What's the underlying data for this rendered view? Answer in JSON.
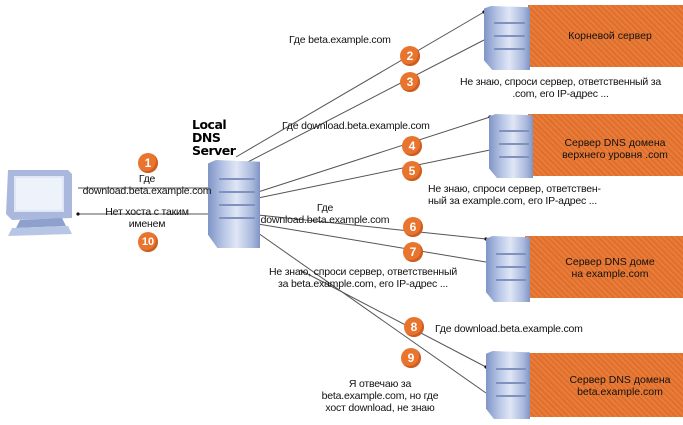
{
  "title": {
    "line1": "Local",
    "line2": "DNS",
    "line3": "Server"
  },
  "servers": [
    {
      "id": "root",
      "label_line1": "Корневой сервер",
      "label_line2": ""
    },
    {
      "id": "tld",
      "label_line1": "Сервер DNS домена",
      "label_line2": "верхнего уровня .com"
    },
    {
      "id": "example",
      "label_line1": "Сервер DNS доме",
      "label_line2": "на example.com"
    },
    {
      "id": "beta",
      "label_line1": "Сервер DNS домена",
      "label_line2": "beta.example.com"
    }
  ],
  "steps": [
    {
      "number": "1"
    },
    {
      "number": "2"
    },
    {
      "number": "3"
    },
    {
      "number": "4"
    },
    {
      "number": "5"
    },
    {
      "number": "6"
    },
    {
      "number": "7"
    },
    {
      "number": "8"
    },
    {
      "number": "9"
    },
    {
      "number": "10"
    }
  ],
  "messages": {
    "q1_line1": "Где",
    "q1_line2": "download.beta.example.com",
    "a10_line1": "Нет хоста с таким",
    "a10_line2": "именем",
    "q2": "Где beta.example.com",
    "a3_line1": "Не знаю, спроси сервер, ответственный за",
    "a3_line2": ".com, его IP-адрес ...",
    "q4": "Где download.beta.example.com",
    "a5_line1": "Не знаю, спроси сервер, ответствен-",
    "a5_line2": "ный за example.com, его IP-адрес ...",
    "q6_line1": "Где",
    "q6_line2": "download.beta.example.com",
    "a7_line1": "Не знаю, спроси сервер, ответственный",
    "a7_line2": "за beta.example.com, его IP-адрес ...",
    "q8": "Где download.beta.example.com",
    "a9_line1": "Я отвечаю за",
    "a9_line2": "beta.example.com, но где",
    "a9_line3": "хост download, не знаю"
  },
  "colors": {
    "accent": "#e8742e",
    "server": "#b8c6e6",
    "line": "#555555"
  }
}
